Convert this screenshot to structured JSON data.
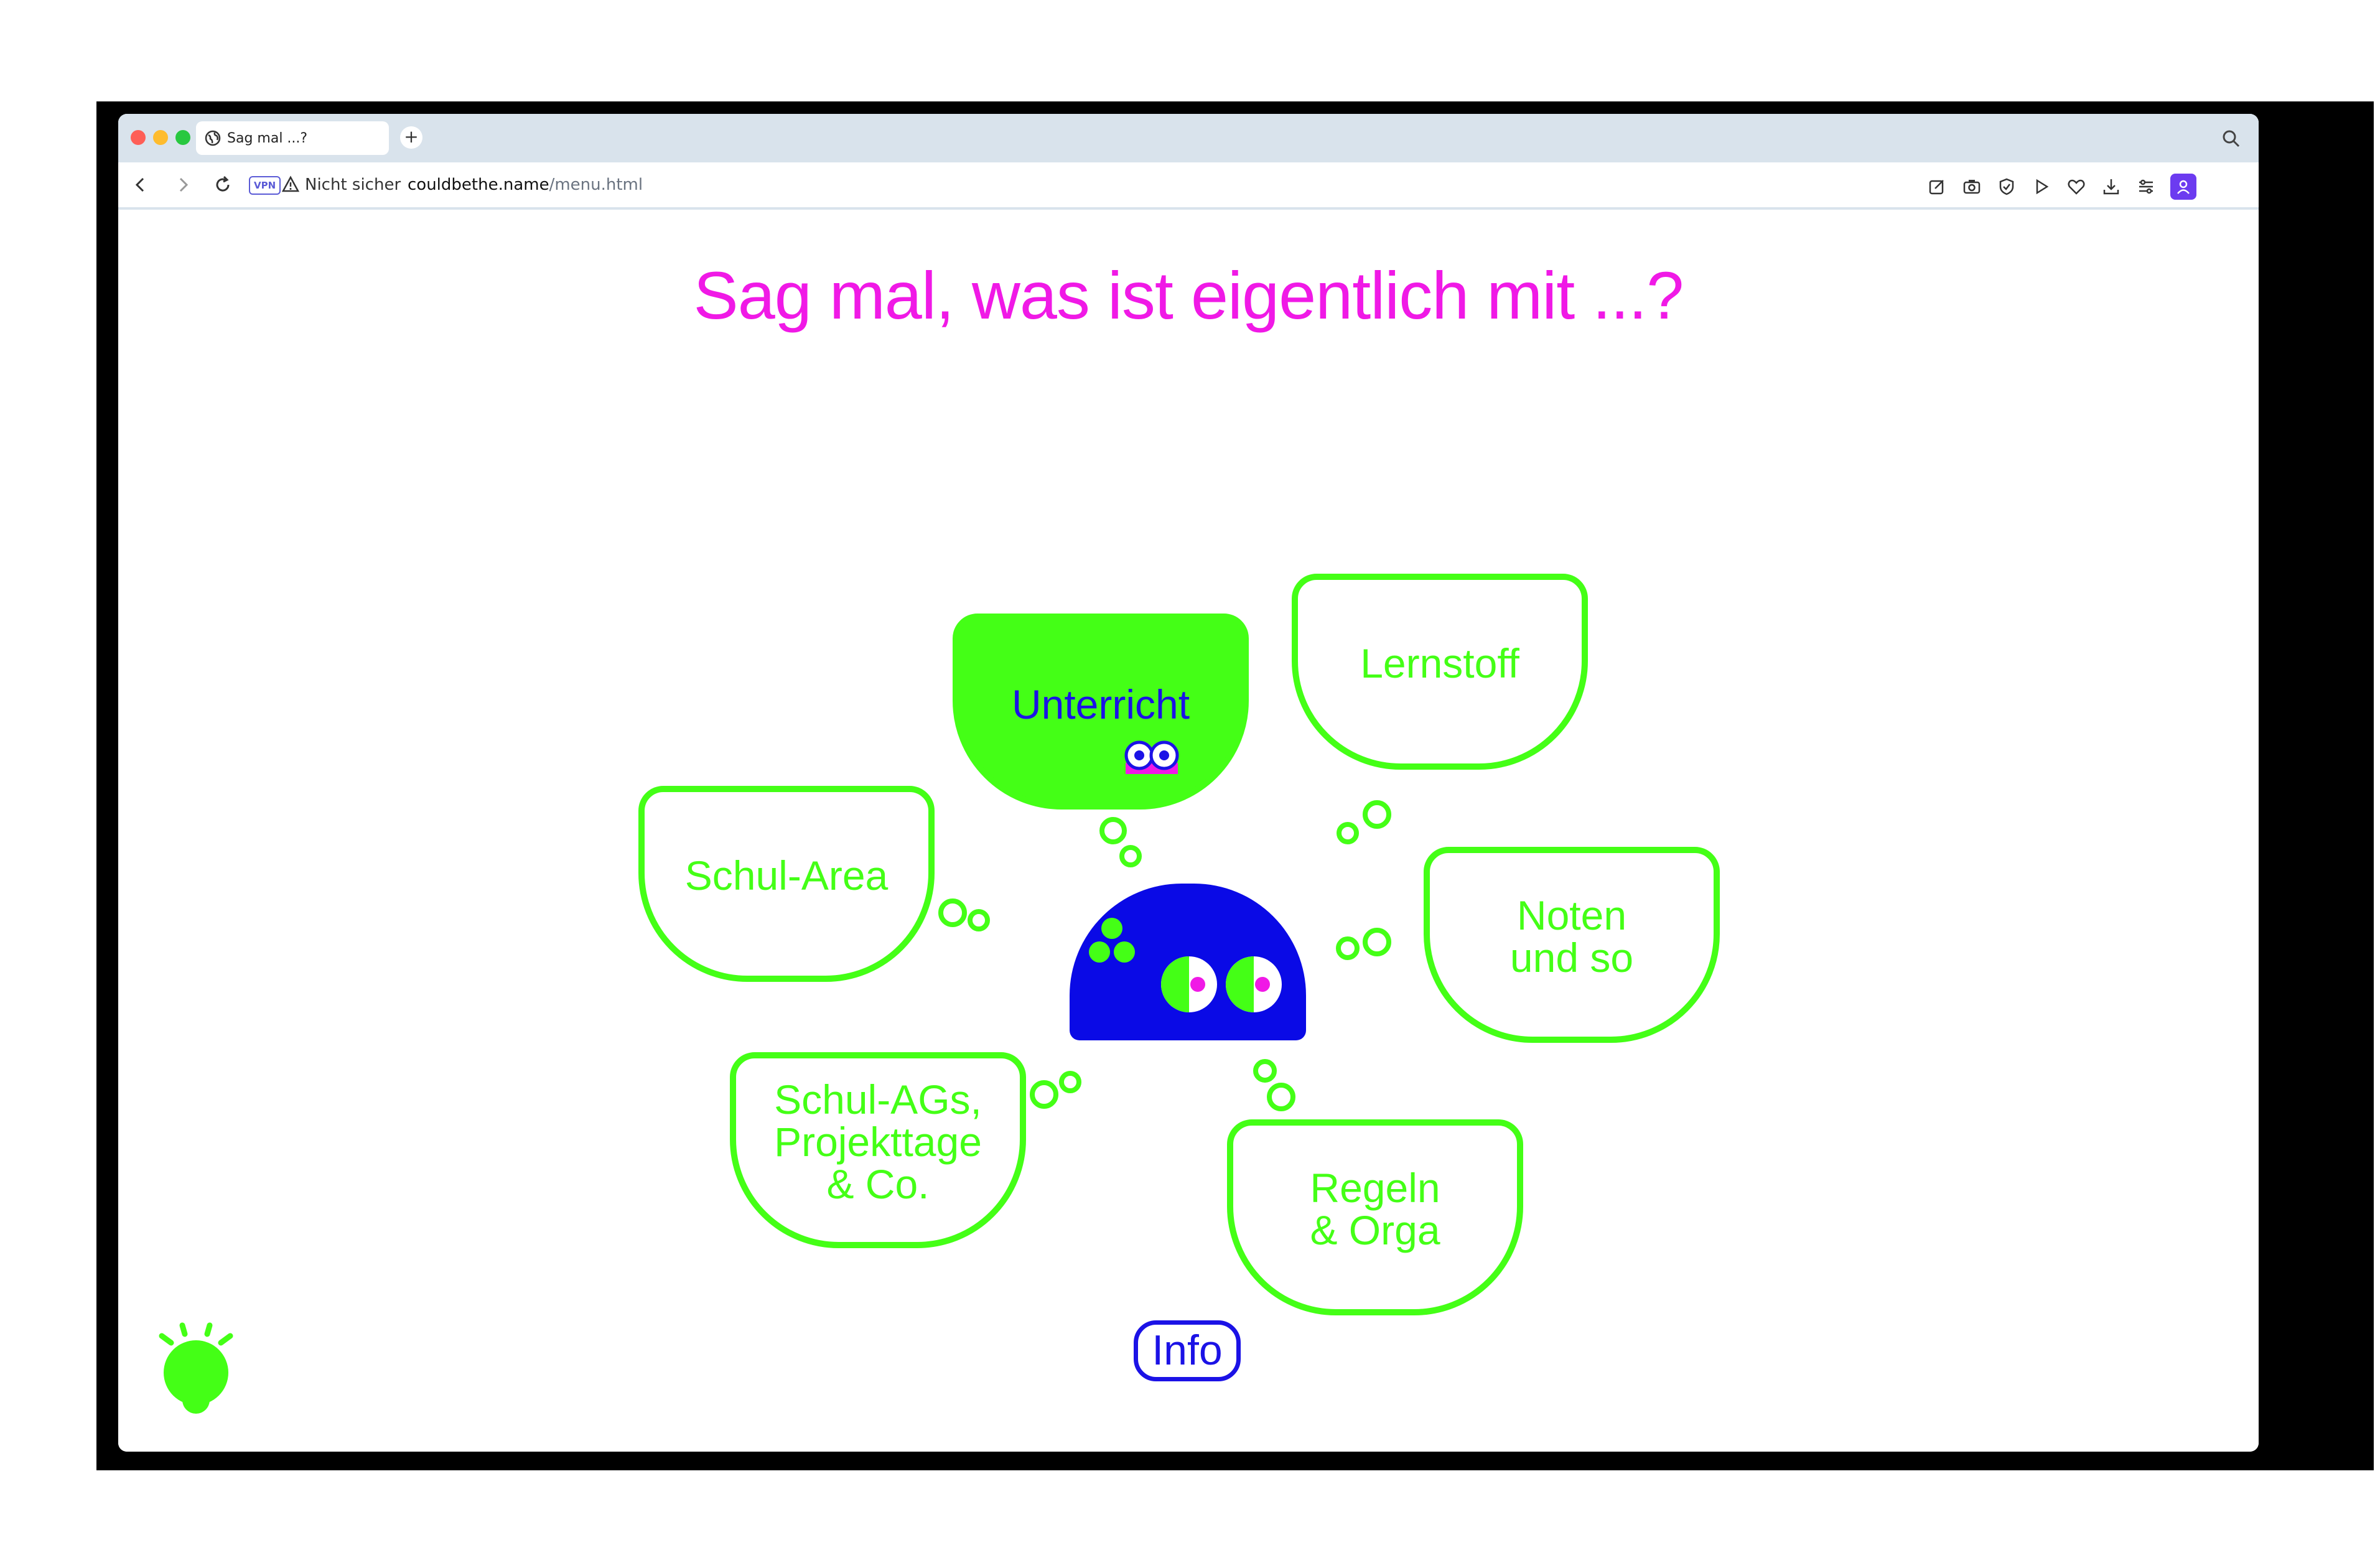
{
  "browser": {
    "tab_title": "Sag mal ...?",
    "new_tab_label": "+",
    "security_badge": "VPN",
    "security_text": "Nicht sicher",
    "url_host": "couldbethe.name",
    "url_path": "/menu.html"
  },
  "page": {
    "title": "Sag mal, was ist eigentlich mit ...?",
    "info_label": "Info"
  },
  "menu": {
    "unterricht": "Unterricht",
    "lernstoff": "Lernstoff",
    "schul_area": "Schul-Area",
    "noten": "Noten\nund so",
    "schul_ags": "Schul-AGs,\nProjekttage\n& Co.",
    "regeln": "Regeln\n& Orga"
  },
  "colors": {
    "accent_green": "#44ff16",
    "title_magenta": "#f019e6",
    "robot_blue": "#0a0ae6",
    "text_blue": "#1b12e6"
  },
  "icons": {
    "traffic": [
      "close-dot-icon",
      "minimize-dot-icon",
      "maximize-dot-icon"
    ],
    "toolbar": [
      "edit-icon",
      "camera-icon",
      "shield-icon",
      "play-icon",
      "heart-icon",
      "download-icon",
      "sliders-icon",
      "profile-icon",
      "cube-icon"
    ],
    "page": [
      "lightbulb-icon",
      "robot-icon",
      "eyes-icon"
    ]
  }
}
